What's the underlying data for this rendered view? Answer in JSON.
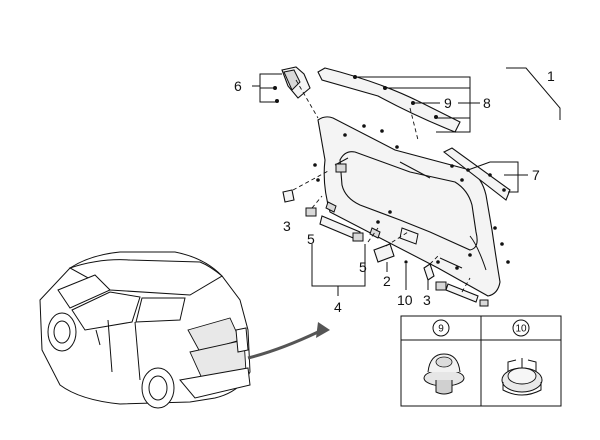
{
  "callouts": {
    "c1": "1",
    "c2": "2",
    "c3a": "3",
    "c3b": "3",
    "c4": "4",
    "c5a": "5",
    "c5b": "5",
    "c6": "6",
    "c7": "7",
    "c8": "8",
    "c9": "9",
    "c10": "10"
  },
  "detail_table": {
    "cells": [
      {
        "label": "9",
        "icon": "push-clip-icon"
      },
      {
        "label": "10",
        "icon": "clip-nut-icon"
      }
    ]
  }
}
